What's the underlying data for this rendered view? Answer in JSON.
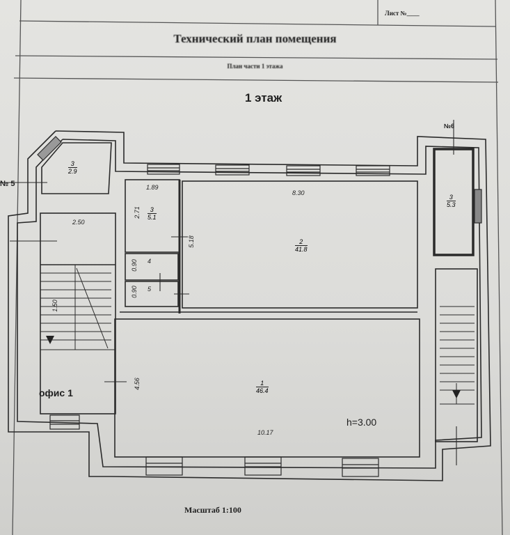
{
  "header": {
    "sheet_number_label": "Лист №____",
    "title": "Технический план помещения",
    "subtitle": "План части 1 этажа",
    "floor_label": "1 этаж"
  },
  "plan": {
    "entrance_left": "№ 5",
    "entrance_right": "№6",
    "rooms": [
      {
        "number": "3",
        "area": "2.9"
      },
      {
        "number": "3",
        "area": "5.1"
      },
      {
        "number": "2",
        "area": "41.8"
      },
      {
        "number": "4",
        "area": ""
      },
      {
        "number": "5",
        "area": ""
      },
      {
        "number": "1",
        "area": "46.4"
      },
      {
        "number": "3",
        "area": "5.3"
      }
    ],
    "dimensions": {
      "d_189": "1.89",
      "d_271": "2.71",
      "d_250": "2.50",
      "d_830": "8.30",
      "d_518": "5.18",
      "d_090a": "0.90",
      "d_090b": "0.90",
      "d_150": "1.50",
      "d_456": "4.56",
      "d_1017": "10.17"
    },
    "office_label": "офис 1",
    "ceiling_height": "h=3.00"
  },
  "footer": {
    "scale": "Масштаб 1:100"
  }
}
